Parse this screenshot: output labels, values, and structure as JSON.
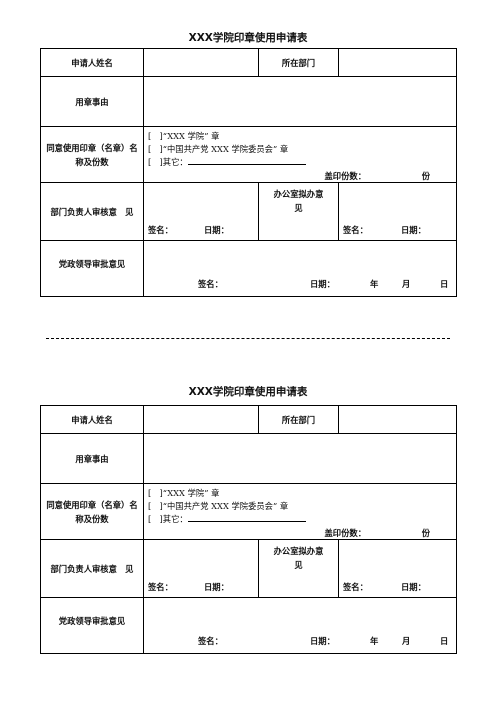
{
  "forms": [
    {
      "title": "XXX学院印章使用申请表",
      "applicant_label": "申请人姓名",
      "dept_label": "所在部门",
      "purpose_label": "用章事由",
      "seal_label": "同意使用印章（名章）名称及份数",
      "seal_options": [
        "[　]“XXX 学院” 章",
        "[　]“中国共产党 XXX 学院委员会” 章",
        "[　]其它："
      ],
      "copies_label": "盖印份数：",
      "copies_unit": "份",
      "dept_head_label": "部门负责人审核意　见",
      "office_label": "办公室拟办意　见",
      "sign_label": "签名：",
      "date_label": "日期：",
      "leader_label": "党政领导审批意见",
      "year": "年",
      "month": "月",
      "day": "日"
    },
    {
      "title": "XXX学院印章使用申请表",
      "applicant_label": "申请人姓名",
      "dept_label": "所在部门",
      "purpose_label": "用章事由",
      "seal_label": "同意使用印章（名章）名称及份数",
      "seal_options": [
        "[　]“XXX 学院” 章",
        "[　]“中国共产党 XXX 学院委员会” 章",
        "[　]其它："
      ],
      "copies_label": "盖印份数：",
      "copies_unit": "份",
      "dept_head_label": "部门负责人审核意　见",
      "office_label": "办公室拟办意　见",
      "sign_label": "签名：",
      "date_label": "日期：",
      "leader_label": "党政领导审批意见",
      "year": "年",
      "month": "月",
      "day": "日"
    }
  ]
}
